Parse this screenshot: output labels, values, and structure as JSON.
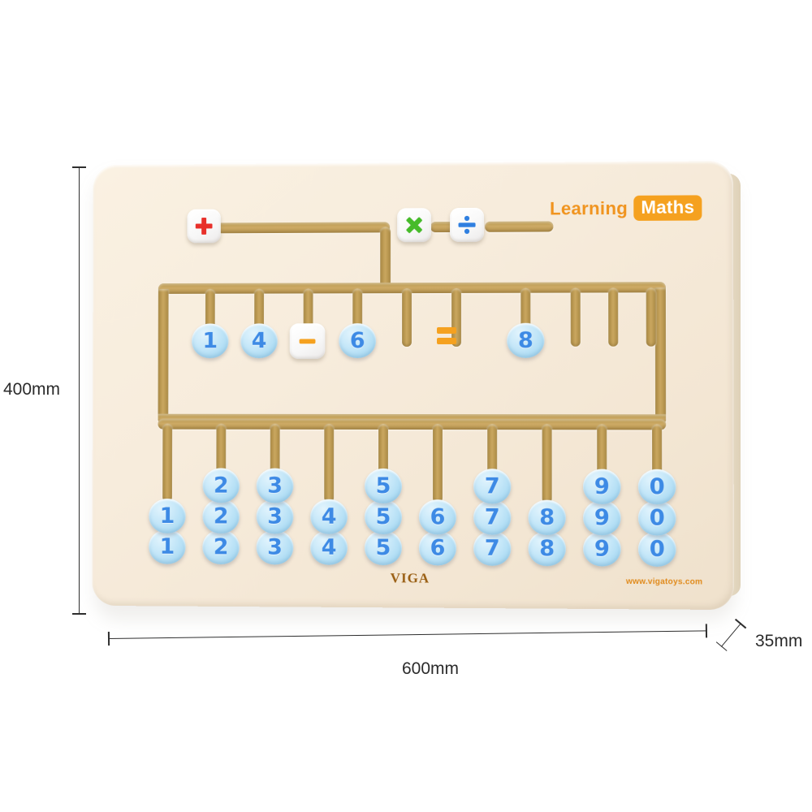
{
  "product": {
    "logo_primary": "Learning",
    "logo_badge": "Maths",
    "brand": "VIGA",
    "website": "www.vigatoys.com"
  },
  "dimensions": {
    "height": "400mm",
    "width": "600mm",
    "depth": "35mm"
  },
  "operator_tiles": [
    {
      "name": "plus",
      "glyph": "+",
      "color": "#e8302a"
    },
    {
      "name": "multiply",
      "glyph": "×",
      "color": "#46bb2a"
    },
    {
      "name": "divide",
      "glyph": "÷",
      "color": "#2f7fe0"
    }
  ],
  "equation": {
    "slots": [
      {
        "type": "bead",
        "value": "1"
      },
      {
        "type": "bead",
        "value": "4"
      },
      {
        "type": "tile",
        "value": "minus",
        "glyph": "−",
        "color": "#f5a11f"
      },
      {
        "type": "bead",
        "value": "6"
      },
      {
        "type": "empty",
        "value": ""
      },
      {
        "type": "printed",
        "value": "="
      },
      {
        "type": "bead",
        "value": "8"
      },
      {
        "type": "empty",
        "value": ""
      },
      {
        "type": "empty",
        "value": ""
      },
      {
        "type": "empty",
        "value": ""
      }
    ]
  },
  "number_columns": [
    {
      "digit": "1",
      "count": 2
    },
    {
      "digit": "2",
      "count": 3
    },
    {
      "digit": "3",
      "count": 3
    },
    {
      "digit": "4",
      "count": 2
    },
    {
      "digit": "5",
      "count": 3
    },
    {
      "digit": "6",
      "count": 2
    },
    {
      "digit": "7",
      "count": 3
    },
    {
      "digit": "8",
      "count": 2
    },
    {
      "digit": "9",
      "count": 3
    },
    {
      "digit": "0",
      "count": 3
    }
  ],
  "colors": {
    "board": "#f6ebda",
    "rail": "#c1a05a",
    "bead": "#bfe4f7",
    "bead_text": "#3d8ae5",
    "accent_orange": "#f5a11f",
    "brand_brown": "#9a5f14"
  }
}
